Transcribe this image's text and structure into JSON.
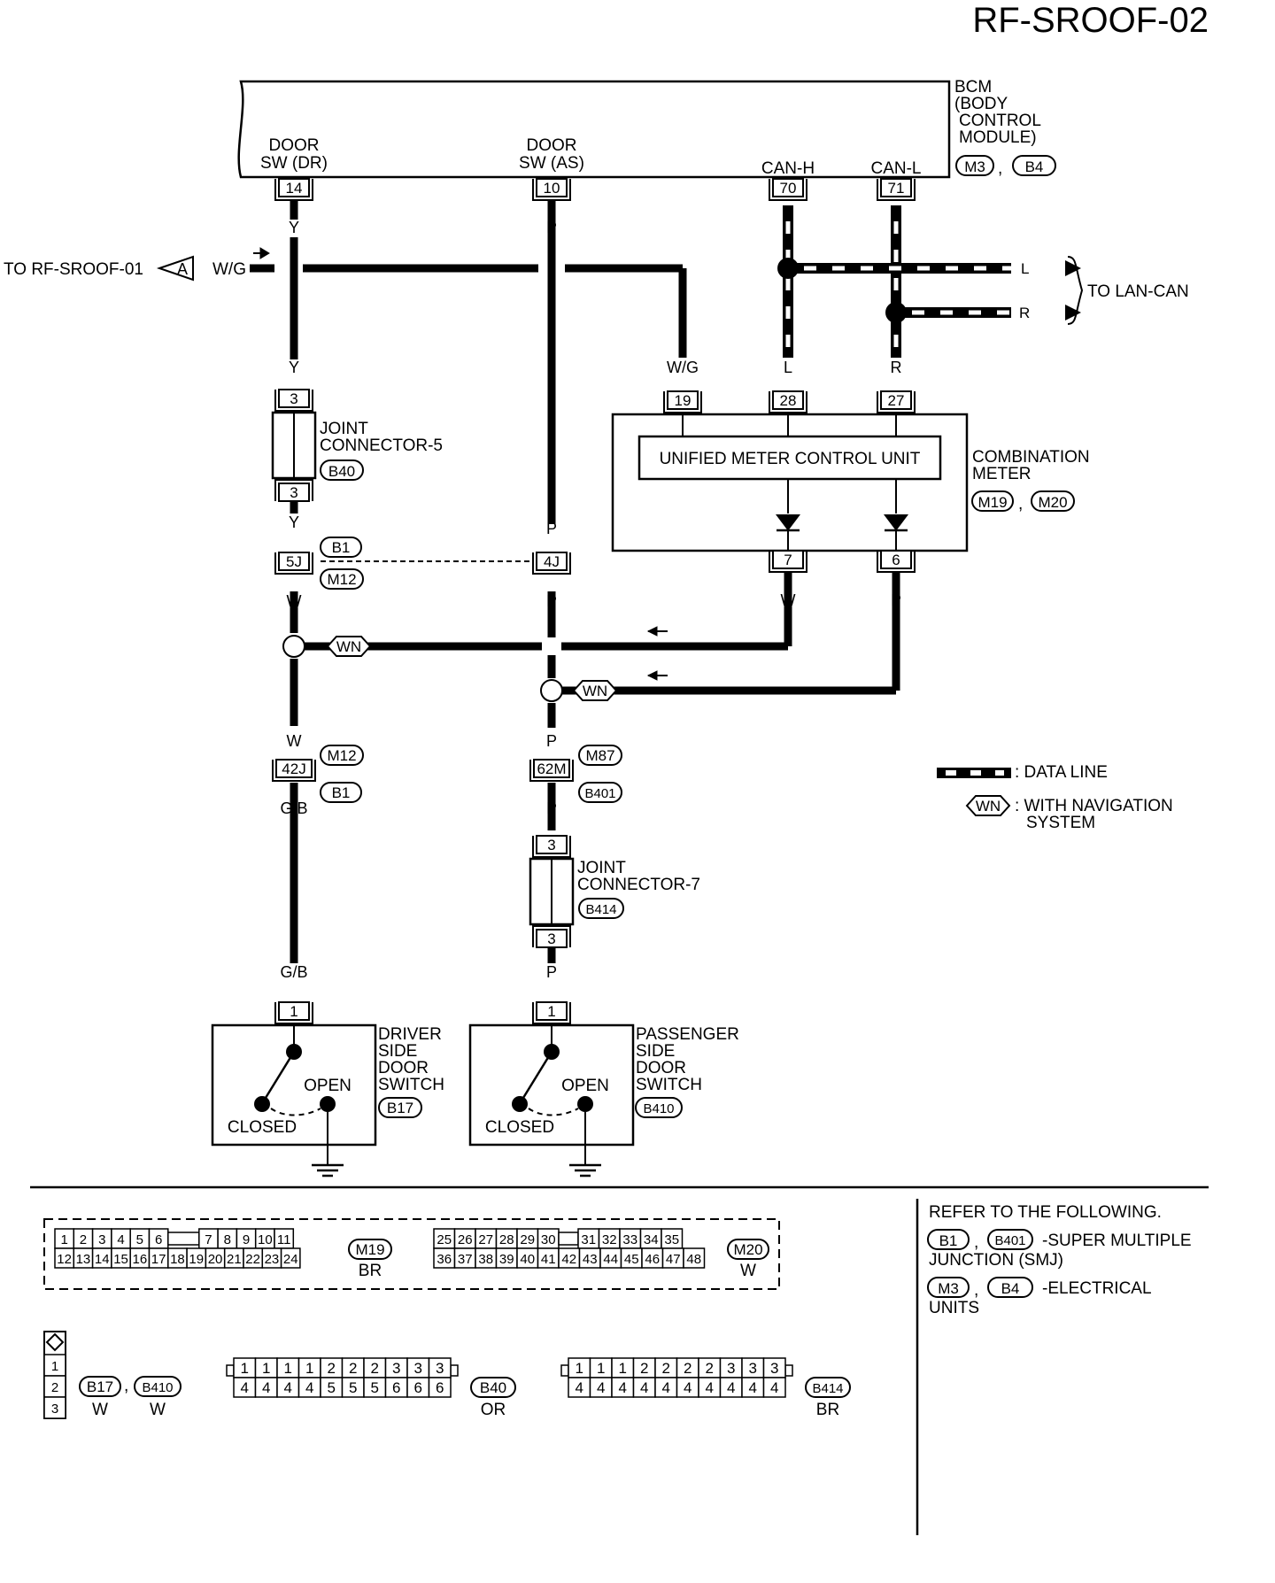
{
  "page_code": "RF-SROOF-02",
  "bcm": {
    "name_lines": [
      "BCM",
      "(BODY",
      "CONTROL",
      "MODULE)"
    ],
    "connectors": [
      "M3",
      "B4"
    ],
    "terminals": [
      {
        "label": "DOOR\nSW (DR)",
        "pin": "14",
        "wire": "Y"
      },
      {
        "label": "DOOR\nSW (AS)",
        "pin": "10",
        "wire": "P"
      },
      {
        "label": "CAN-H",
        "pin": "70",
        "wire": "L"
      },
      {
        "label": "CAN-L",
        "pin": "71",
        "wire": "R"
      }
    ]
  },
  "offpage": {
    "text": "TO RF-SROOF-01",
    "marker": "A",
    "wire": "W/G"
  },
  "lan_can": {
    "text": "TO LAN-CAN",
    "l_label": "L",
    "r_label": "R"
  },
  "joint5": {
    "name_lines": [
      "JOINT",
      "CONNECTOR-5"
    ],
    "connector": "B40",
    "pin_top": "3",
    "pin_bottom": "3",
    "wire_in": "Y",
    "wire_out": "Y"
  },
  "meter": {
    "name_lines": [
      "COMBINATION",
      "METER"
    ],
    "connectors": [
      "M19",
      "M20"
    ],
    "unit_label": "UNIFIED METER CONTROL UNIT",
    "pins_in": [
      {
        "pin": "19",
        "wire": "W/G"
      },
      {
        "pin": "28",
        "wire": "L"
      },
      {
        "pin": "27",
        "wire": "R"
      }
    ],
    "pins_out": [
      {
        "pin": "7",
        "wire": "W"
      },
      {
        "pin": "6",
        "wire": "P"
      }
    ]
  },
  "smj_upper": {
    "conn_top": "B1",
    "conn_bottom": "M12",
    "pin_left": "5J",
    "pin_right": "4J",
    "wire_left_top": "Y",
    "wire_left_bottom": "W",
    "wire_right_top": "P",
    "wire_right_bottom": "P"
  },
  "wn_tag": "WN",
  "smj_lower_left": {
    "conn_top": "M12",
    "conn_bottom": "B1",
    "pin": "42J",
    "wire_top": "W",
    "wire_bottom": "G/B"
  },
  "smj_lower_right": {
    "conn_top": "M87",
    "conn_bottom": "B401",
    "pin": "62M",
    "wire_top": "P",
    "wire_bottom": "P"
  },
  "joint7": {
    "name_lines": [
      "JOINT",
      "CONNECTOR-7"
    ],
    "connector": "B414",
    "pin_top": "3",
    "pin_bottom": "3",
    "wire_out": "P"
  },
  "driver_switch": {
    "name_lines": [
      "DRIVER",
      "SIDE",
      "DOOR",
      "SWITCH"
    ],
    "connector": "B17",
    "pin": "1",
    "wire": "G/B",
    "open_label": "OPEN",
    "closed_label": "CLOSED"
  },
  "passenger_switch": {
    "name_lines": [
      "PASSENGER",
      "SIDE",
      "DOOR",
      "SWITCH"
    ],
    "connector": "B410",
    "pin": "1",
    "wire": "P",
    "open_label": "OPEN",
    "closed_label": "CLOSED"
  },
  "legend": [
    {
      "symbol": "data-line",
      "text": ": DATA LINE"
    },
    {
      "symbol": "WN",
      "text_lines": [
        ": WITH NAVIGATION",
        "SYSTEM"
      ]
    }
  ],
  "refer": {
    "heading": "REFER TO THE FOLLOWING.",
    "items": [
      {
        "tags": [
          "B1",
          "B401"
        ],
        "text_lines": [
          "-SUPER MULTIPLE",
          "JUNCTION (SMJ)"
        ]
      },
      {
        "tags": [
          "M3",
          "B4"
        ],
        "text_lines": [
          "-ELECTRICAL",
          "UNITS"
        ]
      }
    ]
  },
  "connector_views": {
    "m19": {
      "tag": "M19",
      "color": "BR",
      "top": [
        "1",
        "2",
        "3",
        "4",
        "5",
        "6",
        "7",
        "8",
        "9",
        "10",
        "11"
      ],
      "bottom": [
        "12",
        "13",
        "14",
        "15",
        "16",
        "17",
        "18",
        "19",
        "20",
        "21",
        "22",
        "23",
        "24"
      ]
    },
    "m20": {
      "tag": "M20",
      "color": "W",
      "top": [
        "25",
        "26",
        "27",
        "28",
        "29",
        "30",
        "31",
        "32",
        "33",
        "34",
        "35"
      ],
      "bottom": [
        "36",
        "37",
        "38",
        "39",
        "40",
        "41",
        "42",
        "43",
        "44",
        "45",
        "46",
        "47",
        "48"
      ]
    },
    "b17_b410": {
      "cells": [
        "1",
        "2",
        "3"
      ],
      "tags": [
        {
          "tag": "B17",
          "color": "W"
        },
        {
          "tag": "B410",
          "color": "W"
        }
      ]
    },
    "b40": {
      "tag": "B40",
      "color": "OR",
      "top": [
        "1",
        "1",
        "1",
        "1",
        "2",
        "2",
        "2",
        "3",
        "3",
        "3"
      ],
      "bottom": [
        "4",
        "4",
        "4",
        "4",
        "5",
        "5",
        "5",
        "6",
        "6",
        "6"
      ]
    },
    "b414": {
      "tag": "B414",
      "color": "BR",
      "top": [
        "1",
        "1",
        "1",
        "2",
        "2",
        "2",
        "2",
        "3",
        "3",
        "3"
      ],
      "bottom": [
        "4",
        "4",
        "4",
        "4",
        "4",
        "4",
        "4",
        "4",
        "4",
        "4"
      ]
    }
  }
}
